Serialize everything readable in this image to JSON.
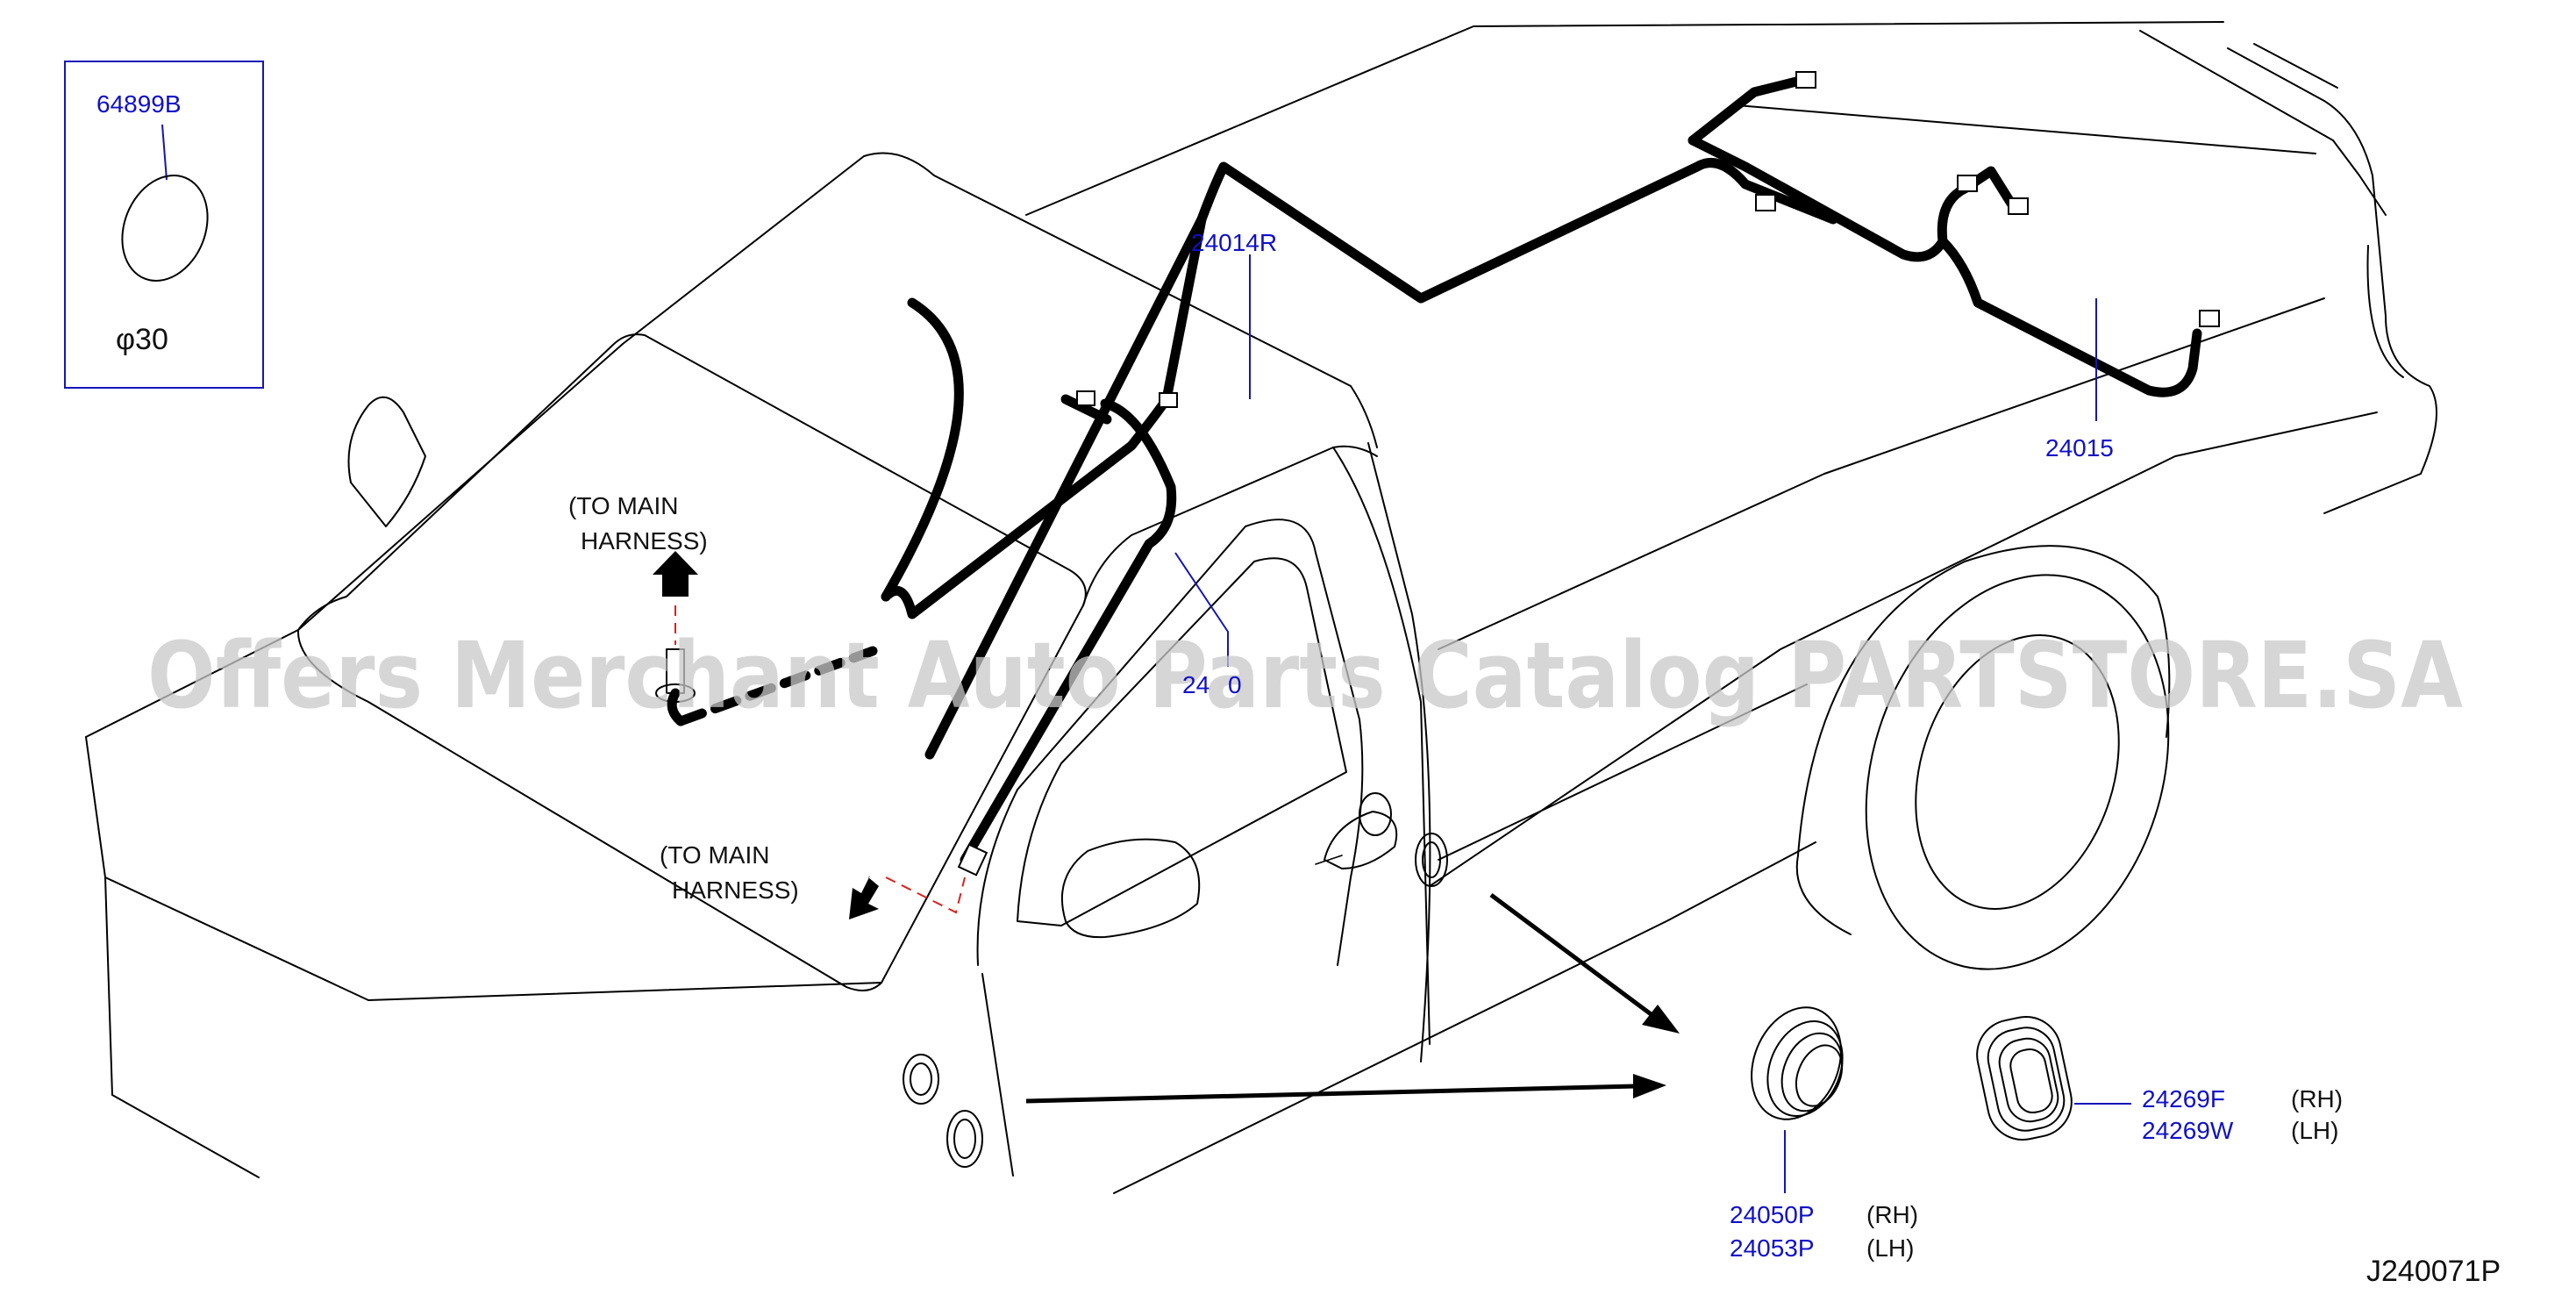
{
  "inset": {
    "part_number": "64899B",
    "diameter": "φ30"
  },
  "parts": {
    "harness_front": "24014R",
    "harness_rear": "24015",
    "harness_pillar_visible": "24",
    "harness_pillar_obscured": "0",
    "grommet_round_rh": "24050P",
    "grommet_round_lh": "24053P",
    "grommet_oval_rh": "24269F",
    "grommet_oval_lh": "24269W"
  },
  "side_labels": {
    "rh": "(RH)",
    "lh": "(LH)"
  },
  "callouts": {
    "to_main_harness_upper": [
      "(TO   MAIN",
      "HARNESS)"
    ],
    "to_main_harness_lower": [
      "(TO   MAIN",
      "HARNESS)"
    ]
  },
  "diagram_code": "J240071P",
  "watermark": "Offers Merchant Auto Parts Catalog PARTSTORE.SA",
  "colors": {
    "part_number": "#1010c8",
    "leader": "#1515b8",
    "red_dash": "#e02020",
    "line": "#000000"
  }
}
